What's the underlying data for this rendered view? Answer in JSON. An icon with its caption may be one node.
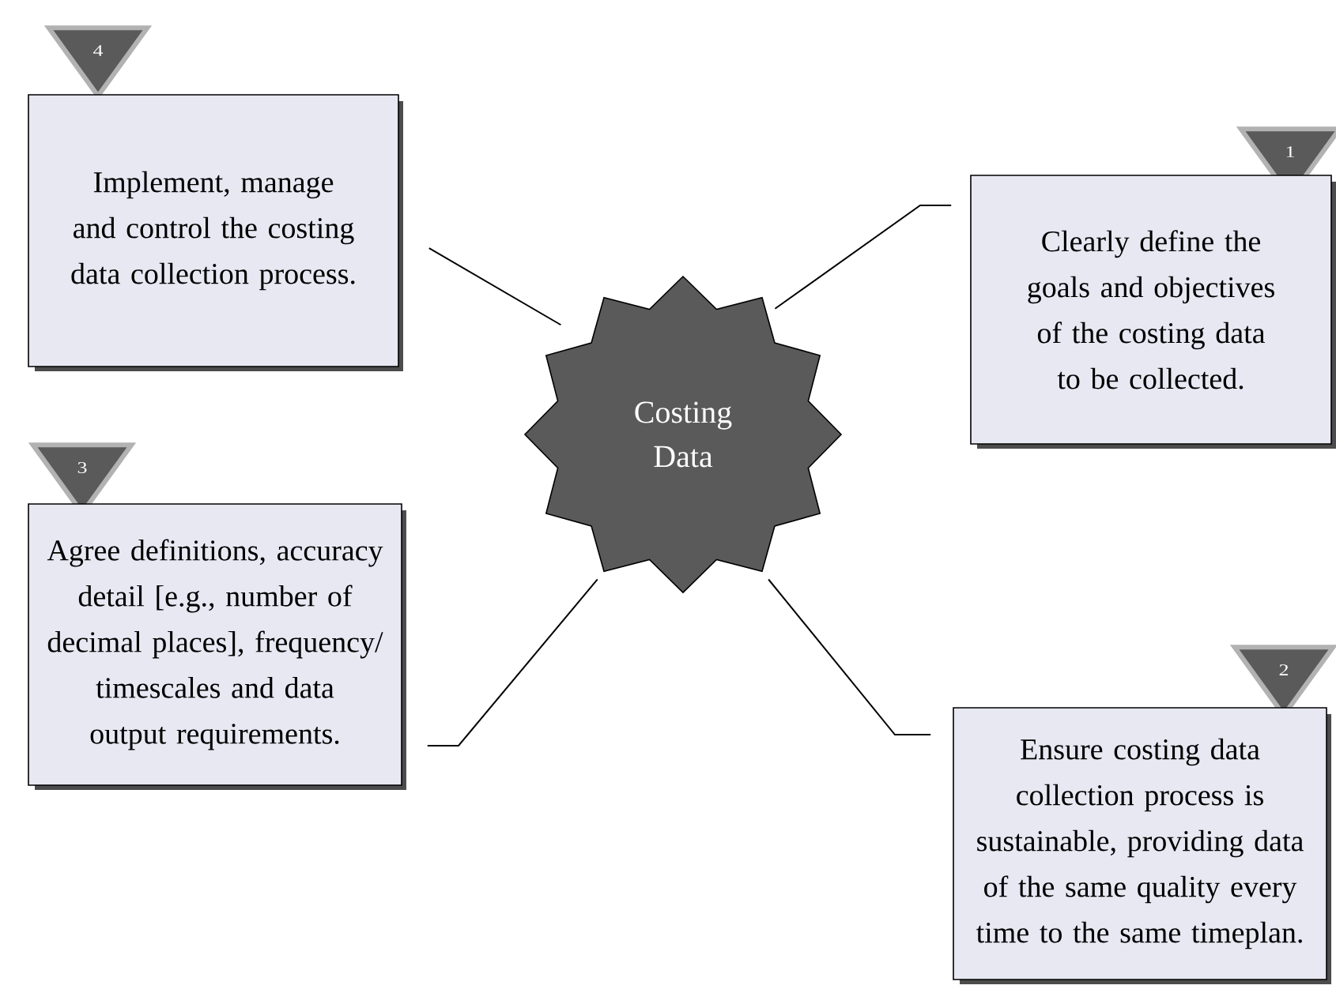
{
  "diagram": {
    "nodes": [
      {
        "text": [
          "4"
        ]
      },
      {
        "text": [
          "Implement, manage and control the costing data collection process."
        ]
      },
      {
        "text": [
          "1"
        ]
      },
      {
        "text": [
          "Clearly define the goals and objectives of the costing data to be collected."
        ]
      },
      {
        "text": [
          "Costing Data"
        ]
      },
      {
        "text": [
          "3"
        ]
      },
      {
        "text": [
          "Agree definitions, accuracy detail [e.g., number of decimal places], frequency/ timescales and data output requirements."
        ]
      },
      {
        "text": [
          "2"
        ]
      },
      {
        "text": [
          "Ensure costing data collection process is sustainable, providing data of the same quality every time to the same timeplan."
        ]
      }
    ],
    "edges": [
      {
        "from": 4,
        "to": 1,
        "arrow": "none"
      },
      {
        "from": 4,
        "to": 3,
        "arrow": "none"
      },
      {
        "from": 4,
        "to": 6,
        "arrow": "none"
      },
      {
        "from": 4,
        "to": 8,
        "arrow": "none"
      }
    ]
  }
}
